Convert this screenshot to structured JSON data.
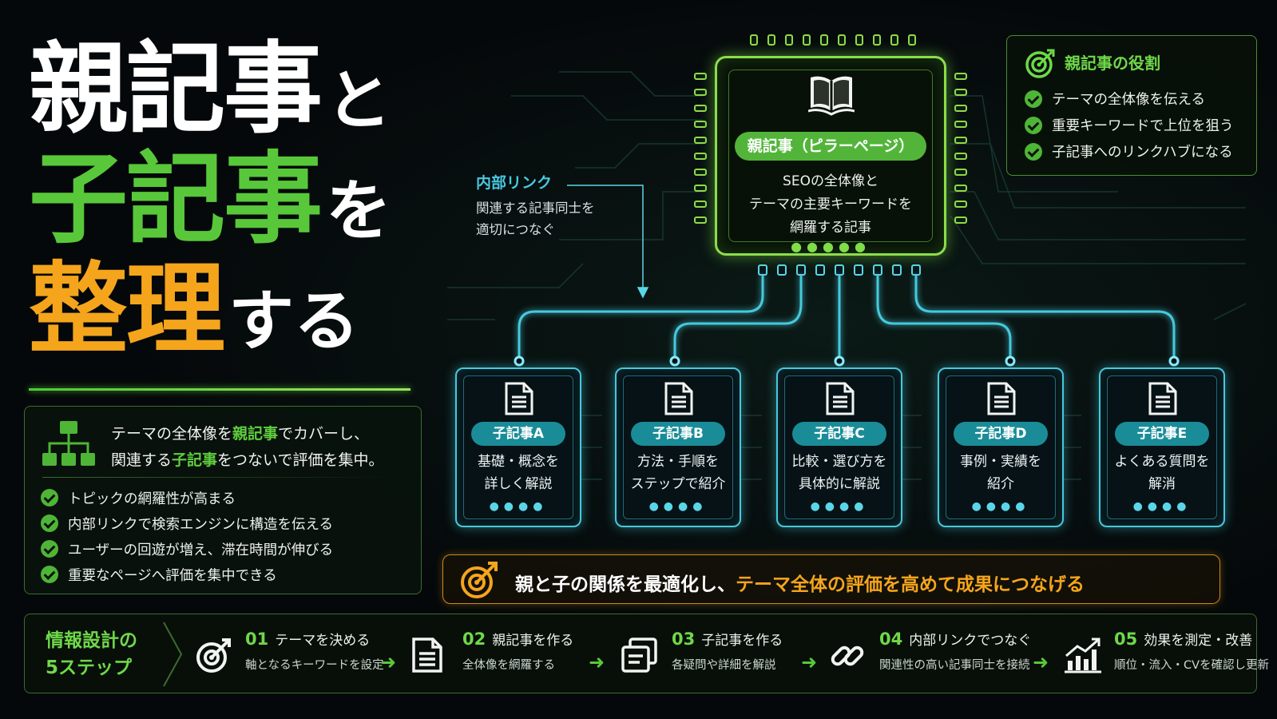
{
  "title": {
    "line1_big": "親記事",
    "line1_small": "と",
    "line2_big": "子記事",
    "line2_small": "を",
    "line3_big": "整理",
    "line3_small": "する"
  },
  "info": {
    "lead1_a": "テーマの全体像を",
    "lead1_b": "親記事",
    "lead1_c": "でカバーし、",
    "lead2_a": "関連する",
    "lead2_b": "子記事",
    "lead2_c": "をつないで評価を集中。",
    "bullets": [
      "トピックの網羅性が高まる",
      "内部リンクで検索エンジンに構造を伝える",
      "ユーザーの回遊が増え、滞在時間が伸びる",
      "重要なページへ評価を集中できる"
    ]
  },
  "pillar": {
    "label": "親記事（ピラーページ）",
    "desc": [
      "SEOの全体像と",
      "テーマの主要キーワードを",
      "網羅する記事"
    ]
  },
  "role": {
    "title": "親記事の役割",
    "items": [
      "テーマの全体像を伝える",
      "重要キーワードで上位を狙う",
      "子記事へのリンクハブになる"
    ]
  },
  "internal_link": {
    "title": "内部リンク",
    "desc": [
      "関連する記事同士を",
      "適切につなぐ"
    ]
  },
  "children": [
    {
      "label": "子記事A",
      "desc": [
        "基礎・概念を",
        "詳しく解説"
      ]
    },
    {
      "label": "子記事B",
      "desc": [
        "方法・手順を",
        "ステップで紹介"
      ]
    },
    {
      "label": "子記事C",
      "desc": [
        "比較・選び方を",
        "具体的に解説"
      ]
    },
    {
      "label": "子記事D",
      "desc": [
        "事例・実績を",
        "紹介"
      ]
    },
    {
      "label": "子記事E",
      "desc": [
        "よくある質問を",
        "解消"
      ]
    }
  ],
  "banner": {
    "text_a": "親と子の関係を最適化し、",
    "text_b": "テーマ全体の評価を高めて成果につなげる"
  },
  "steps": {
    "title": [
      "情報設計の",
      "5ステップ"
    ],
    "items": [
      {
        "num": "01",
        "head": "テーマを決める",
        "sub": "軸となるキーワードを設定",
        "icon": "target-icon"
      },
      {
        "num": "02",
        "head": "親記事を作る",
        "sub": "全体像を網羅する",
        "icon": "document-icon"
      },
      {
        "num": "03",
        "head": "子記事を作る",
        "sub": "各疑問や詳細を解説",
        "icon": "stacked-docs-icon"
      },
      {
        "num": "04",
        "head": "内部リンクでつなぐ",
        "sub": "関連性の高い記事同士を接続",
        "icon": "link-icon"
      },
      {
        "num": "05",
        "head": "効果を測定・改善",
        "sub": "順位・流入・CVを確認し更新",
        "icon": "chart-icon"
      }
    ]
  },
  "colors": {
    "green": "#58c83a",
    "orange": "#f5a51c",
    "cyan": "#46c9dd",
    "background": "#05080a"
  }
}
